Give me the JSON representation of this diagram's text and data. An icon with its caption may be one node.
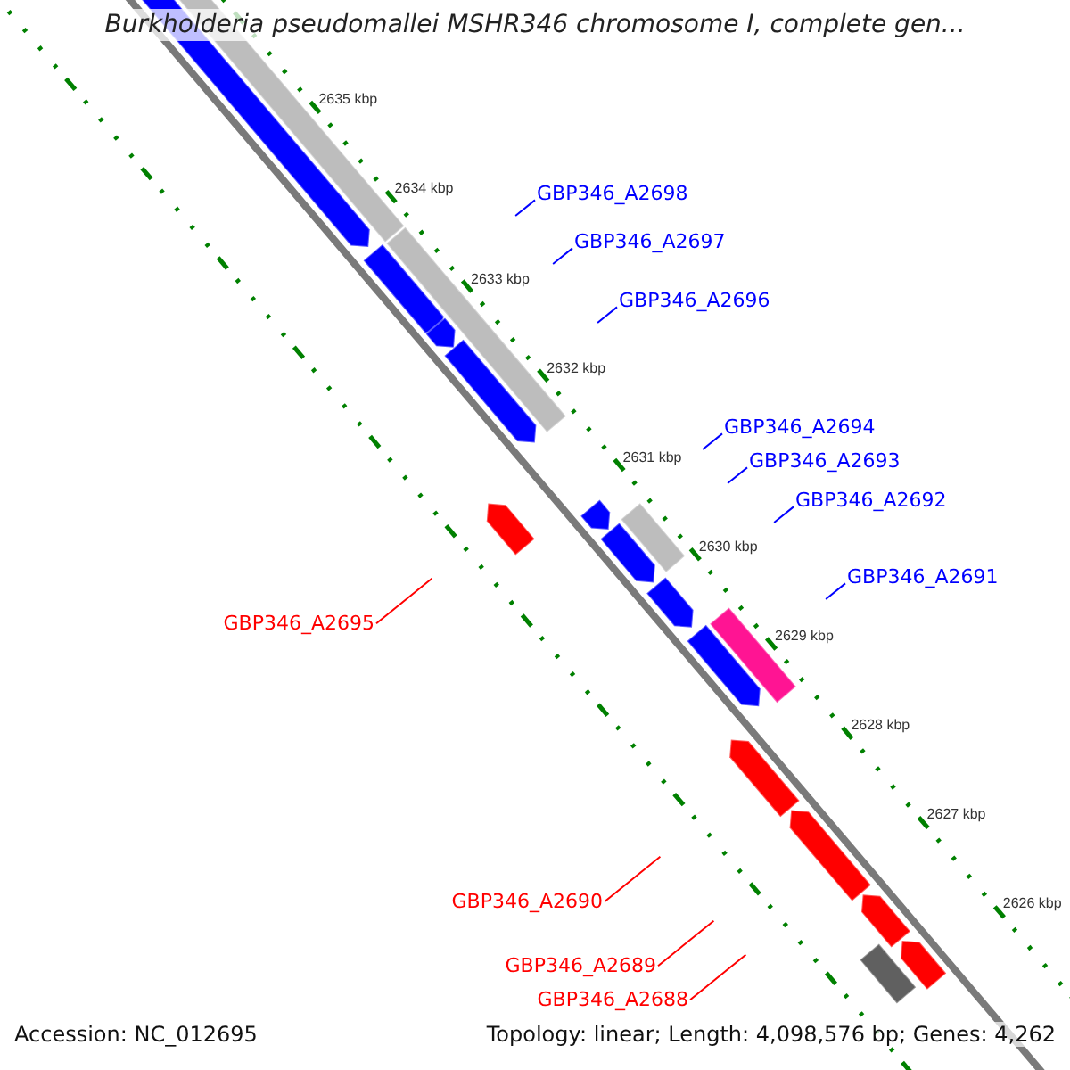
{
  "diagram": {
    "title": "Burkholderia pseudomallei MSHR346 chromosome I, complete gen...",
    "nodes": [
      {
        "text": [
          "GBP346_A2698"
        ]
      },
      {
        "text": [
          "GBP346_A2697"
        ]
      },
      {
        "text": [
          "GBP346_A2696"
        ]
      },
      {
        "text": [
          "GBP346_A2694"
        ]
      },
      {
        "text": [
          "GBP346_A2693"
        ]
      },
      {
        "text": [
          "GBP346_A2692"
        ]
      },
      {
        "text": [
          "GBP346_A2691"
        ]
      },
      {
        "text": [
          "GBP346_A2695"
        ]
      },
      {
        "text": [
          "GBP346_A2690"
        ]
      },
      {
        "text": [
          "GBP346_A2689"
        ]
      },
      {
        "text": [
          "GBP346_A2688"
        ]
      }
    ],
    "edges": [
      {
        "from": 0,
        "to": null,
        "arrow": "none"
      },
      {
        "from": 1,
        "to": null,
        "arrow": "none"
      },
      {
        "from": 2,
        "to": null,
        "arrow": "none"
      },
      {
        "from": 3,
        "to": null,
        "arrow": "none"
      },
      {
        "from": 4,
        "to": null,
        "arrow": "none"
      },
      {
        "from": 5,
        "to": null,
        "arrow": "none"
      },
      {
        "from": 6,
        "to": null,
        "arrow": "none"
      },
      {
        "from": 7,
        "to": null,
        "arrow": "none",
        "color": "#ff0000"
      },
      {
        "from": 8,
        "to": null,
        "arrow": "none",
        "color": "#ff0000"
      },
      {
        "from": 9,
        "to": null,
        "arrow": "none",
        "color": "#ff0000"
      },
      {
        "from": 10,
        "to": null,
        "arrow": "none",
        "color": "#ff0000"
      }
    ],
    "labels": [
      "2635 kbp",
      "2634 kbp",
      "2633 kbp",
      "2632 kbp",
      "2631 kbp",
      "2630 kbp",
      "2629 kbp",
      "2628 kbp",
      "2627 kbp",
      "2626 kbp",
      "Accession: NC_012695",
      "Topology: linear; Length: 4,098,576 bp; Genes: 4,262"
    ]
  }
}
